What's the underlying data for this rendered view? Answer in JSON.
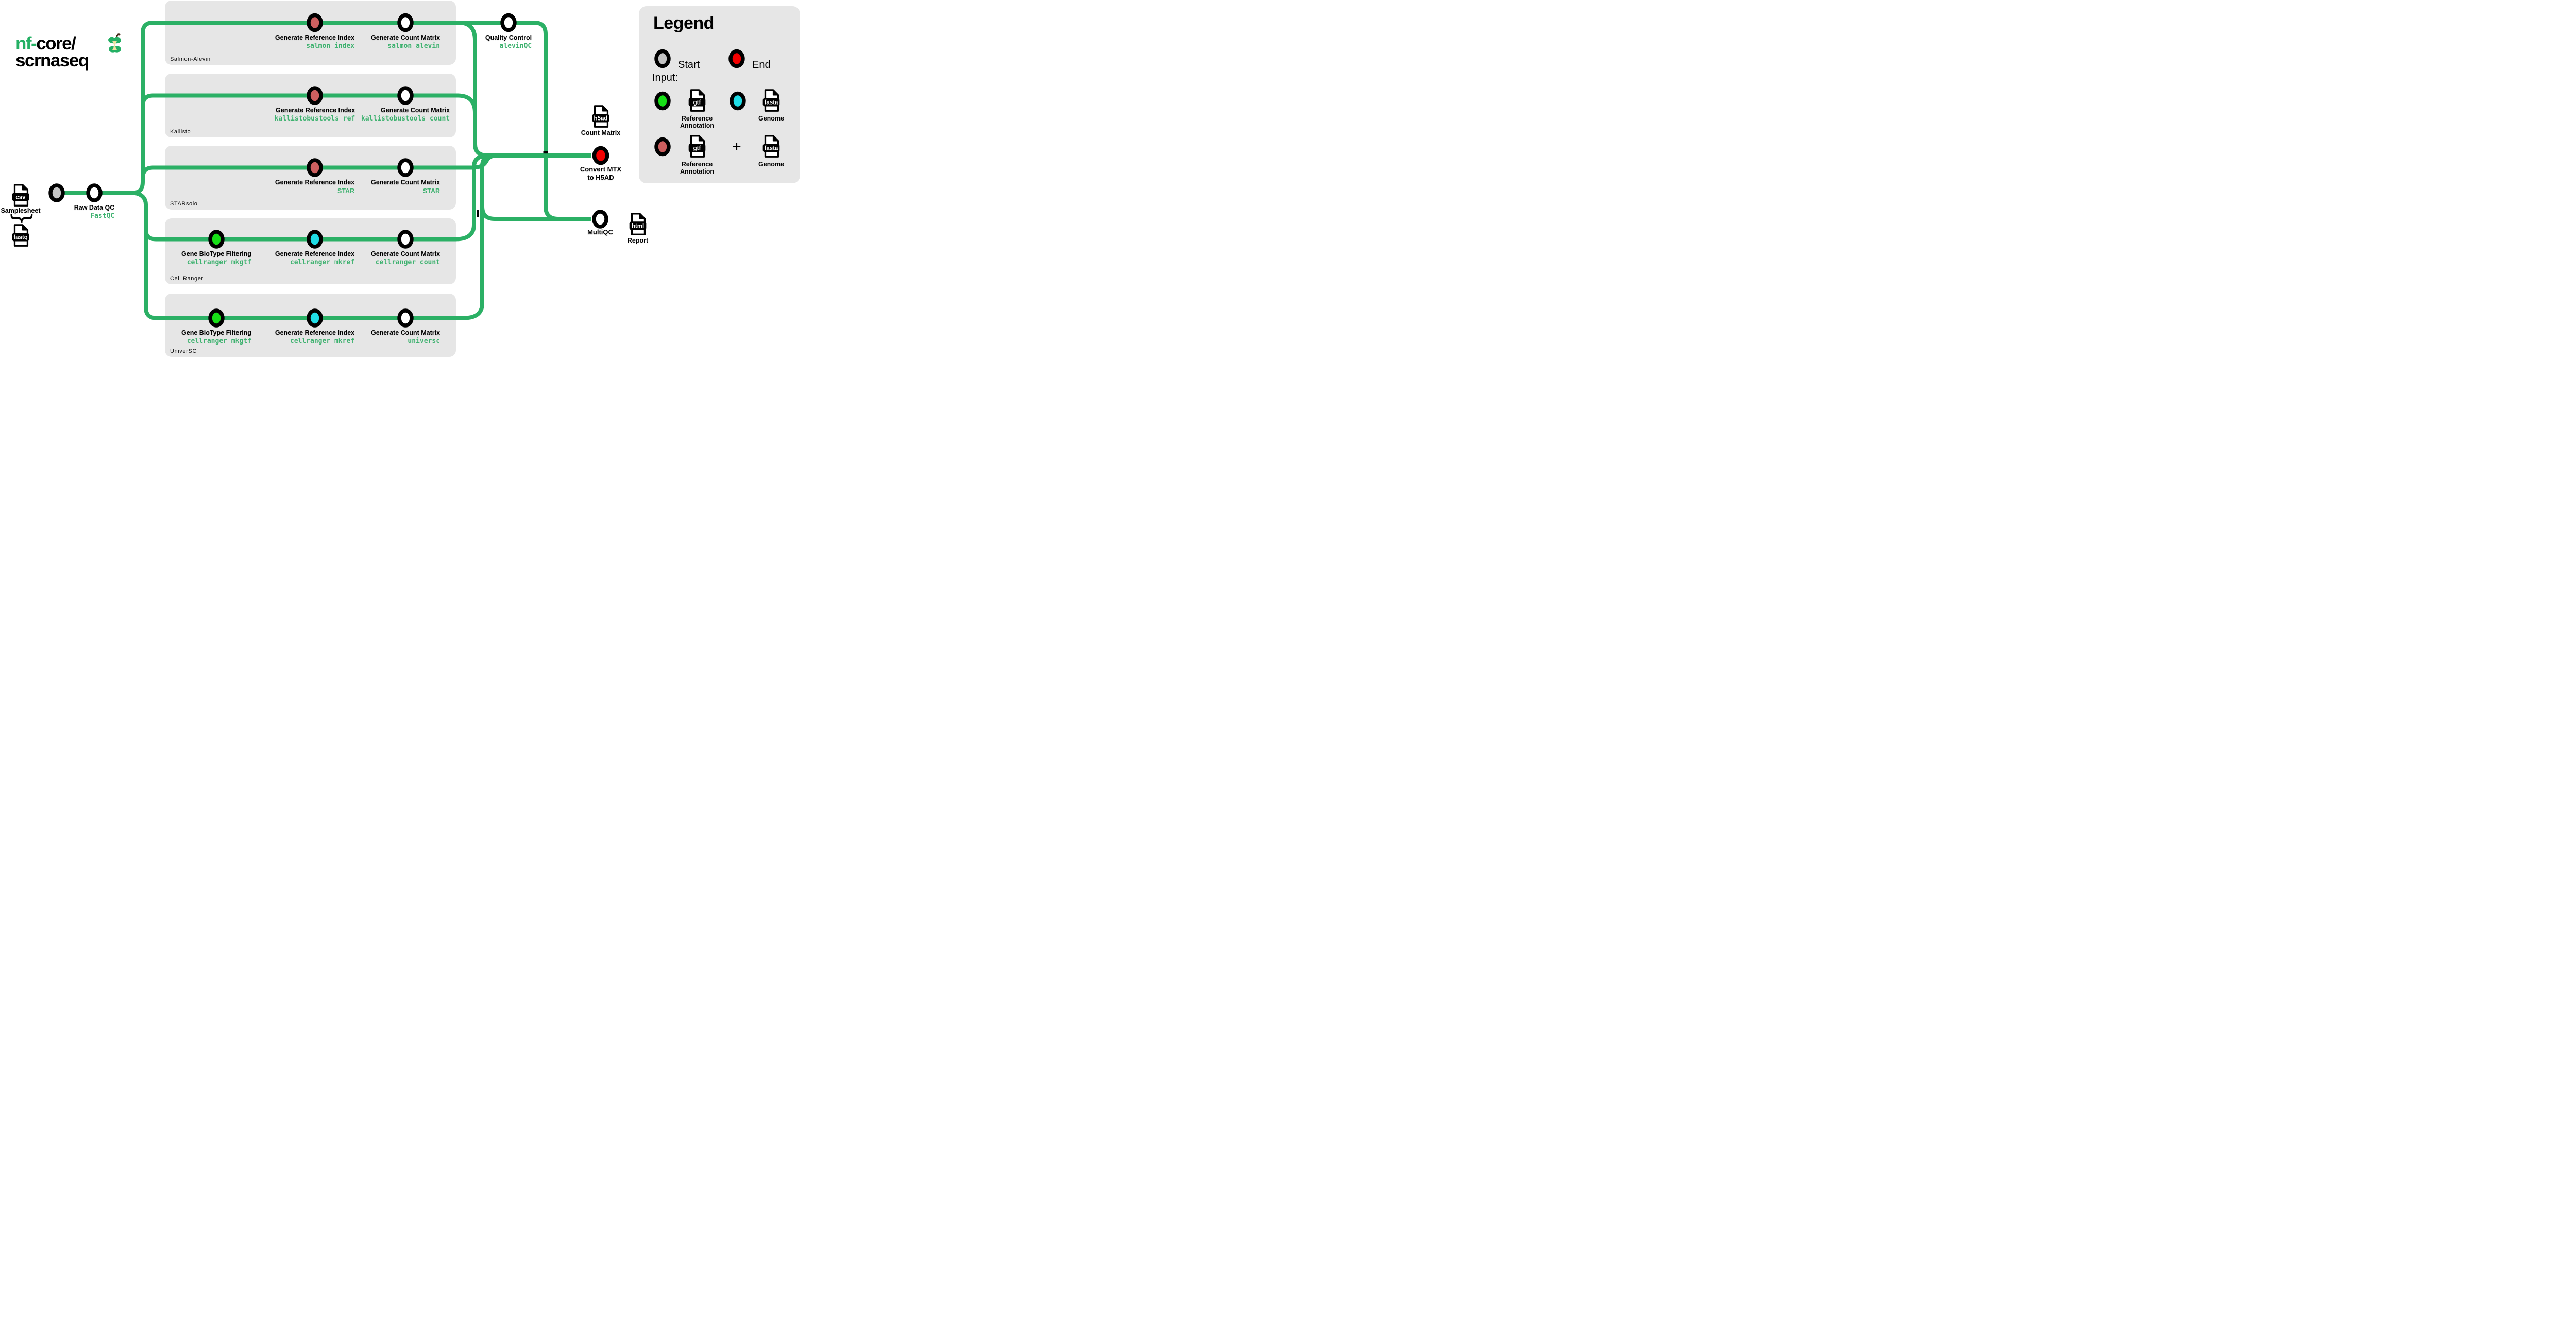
{
  "logo": {
    "prefix": "nf-",
    "core": "core/",
    "name": "scrnaseq"
  },
  "colors": {
    "line_green": "#2BB065",
    "command_green": "#3FB270",
    "brand_green": "#24B064",
    "lane_gray": "#E6E6E6",
    "node_start_gray": "#C4C4C4",
    "node_ref_red": "#CD5F5F",
    "node_input_green": "#16DF16",
    "node_input_cyan": "#1FDDE6",
    "node_end_red": "#F40000"
  },
  "lanes": [
    {
      "label": "Salmon-Alevin"
    },
    {
      "label": "Kallisto"
    },
    {
      "label": "STARsolo"
    },
    {
      "label": "Cell Ranger"
    },
    {
      "label": "UniverSC"
    }
  ],
  "inputs": {
    "samplesheet_label": "Samplesheet",
    "csv": "csv",
    "fastq": "fastq",
    "brace": "{"
  },
  "steps": {
    "raw_qc": {
      "title": "Raw Data QC",
      "command": "FastQC"
    },
    "salmon_ref": {
      "title": "Generate Reference Index",
      "command": "salmon index"
    },
    "salmon_count": {
      "title": "Generate Count Matrix",
      "command": "salmon alevin"
    },
    "alevin_qc": {
      "title": "Quality Control",
      "command": "alevinQC"
    },
    "kallisto_ref": {
      "title": "Generate Reference Index",
      "command": "kallistobustools ref"
    },
    "kallisto_count": {
      "title": "Generate Count Matrix",
      "command": "kallistobustools count"
    },
    "star_ref": {
      "title": "Generate Reference Index",
      "command": "STAR"
    },
    "star_count": {
      "title": "Generate Count Matrix",
      "command": "STAR"
    },
    "cellranger_filter": {
      "title": "Gene BioType Filtering",
      "command": "cellranger mkgtf"
    },
    "cellranger_ref": {
      "title": "Generate Reference Index",
      "command": "cellranger mkref"
    },
    "cellranger_count": {
      "title": "Generate Count Matrix",
      "command": "cellranger count"
    },
    "universc_filter": {
      "title": "Gene BioType Filtering",
      "command": "cellranger mkgtf"
    },
    "universc_ref": {
      "title": "Generate Reference Index",
      "command": "cellranger mkref"
    },
    "universc_count": {
      "title": "Generate Count Matrix",
      "command": "universc"
    },
    "convert_line1": "Convert MTX",
    "convert_line2": "to H5AD",
    "multiqc": "MultiQC"
  },
  "outputs": {
    "count_matrix": {
      "file": "h5ad",
      "label": "Count Matrix"
    },
    "report": {
      "file": "html",
      "label": "Report"
    }
  },
  "legend": {
    "title": "Legend",
    "start": "Start",
    "end": "End",
    "input": "Input:",
    "gtf": "gtf",
    "fasta": "fasta",
    "ref_annotation_line1": "Reference",
    "ref_annotation_line2": "Annotation",
    "genome": "Genome",
    "plus": "+"
  }
}
